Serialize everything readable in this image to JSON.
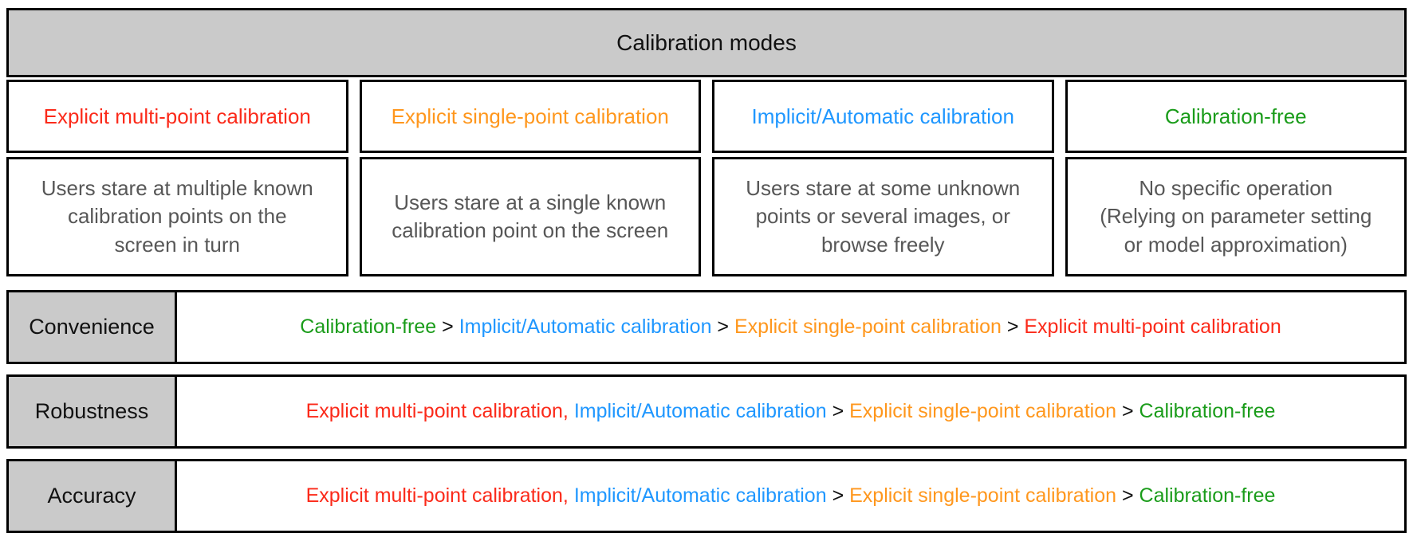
{
  "figure": {
    "title": "Calibration modes"
  },
  "colors": {
    "red": "#fb2a1a",
    "orange": "#ff971d",
    "blue": "#1f97ff",
    "green": "#1a9c1a",
    "black": "#111111",
    "gray_bg": "#cacaca",
    "desc_text": "#575757"
  },
  "modes": [
    {
      "name": "Explicit multi-point calibration",
      "color": "red",
      "description": "Users stare at multiple known\ncalibration points on the\nscreen in turn"
    },
    {
      "name": "Explicit single-point calibration",
      "color": "orange",
      "description": "Users stare at a single known\ncalibration point on the screen"
    },
    {
      "name": "Implicit/Automatic calibration",
      "color": "blue",
      "description": "Users stare at some unknown\npoints or several images, or\nbrowse freely"
    },
    {
      "name": "Calibration-free",
      "color": "green",
      "description": "No specific operation\n(Relying on parameter setting\nor model approximation)"
    }
  ],
  "comparisons": [
    {
      "label": "Convenience",
      "segments": [
        {
          "text": "Calibration-free",
          "color": "green"
        },
        {
          "text": " > ",
          "color": "black"
        },
        {
          "text": "Implicit/Automatic calibration",
          "color": "blue"
        },
        {
          "text": " > ",
          "color": "black"
        },
        {
          "text": "Explicit single-point calibration",
          "color": "orange"
        },
        {
          "text": " > ",
          "color": "black"
        },
        {
          "text": "Explicit multi-point calibration",
          "color": "red"
        }
      ]
    },
    {
      "label": "Robustness",
      "segments": [
        {
          "text": "Explicit multi-point calibration",
          "color": "red"
        },
        {
          "text": ", ",
          "color": "red"
        },
        {
          "text": "Implicit/Automatic calibration",
          "color": "blue"
        },
        {
          "text": " > ",
          "color": "black"
        },
        {
          "text": "Explicit single-point calibration",
          "color": "orange"
        },
        {
          "text": " > ",
          "color": "black"
        },
        {
          "text": "Calibration-free",
          "color": "green"
        }
      ]
    },
    {
      "label": "Accuracy",
      "segments": [
        {
          "text": "Explicit multi-point calibration",
          "color": "red"
        },
        {
          "text": ", ",
          "color": "red"
        },
        {
          "text": "Implicit/Automatic calibration",
          "color": "blue"
        },
        {
          "text": " > ",
          "color": "black"
        },
        {
          "text": "Explicit single-point calibration",
          "color": "orange"
        },
        {
          "text": " > ",
          "color": "black"
        },
        {
          "text": "Calibration-free",
          "color": "green"
        }
      ]
    }
  ]
}
